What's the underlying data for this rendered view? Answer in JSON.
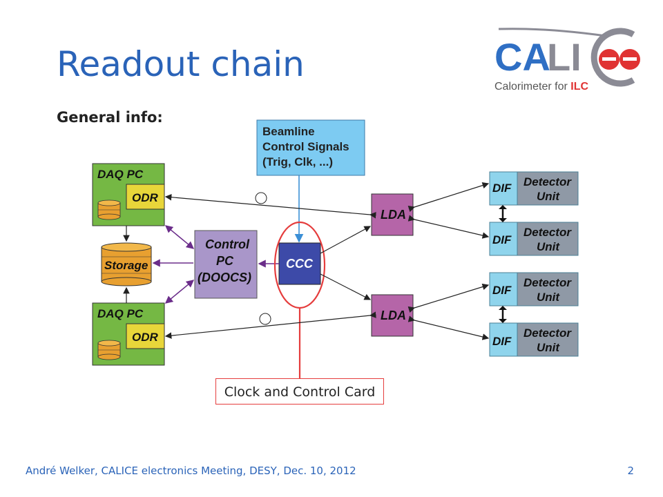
{
  "slide": {
    "title": "Readout chain",
    "subtitle": "General info:",
    "footer": "André Welker, CALICE electronics Meeting, DESY, Dec. 10, 2012",
    "page_number": "2"
  },
  "logo": {
    "name": "CALICE",
    "tagline_part1": "Calorimeter for ",
    "tagline_part2": "ILC"
  },
  "diagram": {
    "beamline_line1": "Beamline",
    "beamline_line2": "Control Signals",
    "beamline_line3": "(Trig, Clk, ...)",
    "daq_pc_label": "DAQ PC",
    "odr_label": "ODR",
    "storage_label": "Storage",
    "control_pc_line1": "Control",
    "control_pc_line2": "PC",
    "control_pc_line3": "(DOOCS)",
    "ccc_label": "CCC",
    "lda_label": "LDA",
    "dif_label": "DIF",
    "detector_unit_line1": "Detector",
    "detector_unit_line2": "Unit"
  },
  "callout": {
    "text": "Clock and Control Card"
  },
  "colors": {
    "title_blue": "#2a63b8",
    "daq_green": "#75b844",
    "odr_yellow": "#e8d63a",
    "storage_orange": "#e8a030",
    "control_pc_purple": "#a996c9",
    "ccc_blue": "#3d4aa8",
    "lda_purple": "#b565a8",
    "dif_blue": "#8fd4ec",
    "detector_gray": "#8f99a6",
    "beamline_blue": "#7dcbf2",
    "callout_red": "#e53c3c"
  }
}
